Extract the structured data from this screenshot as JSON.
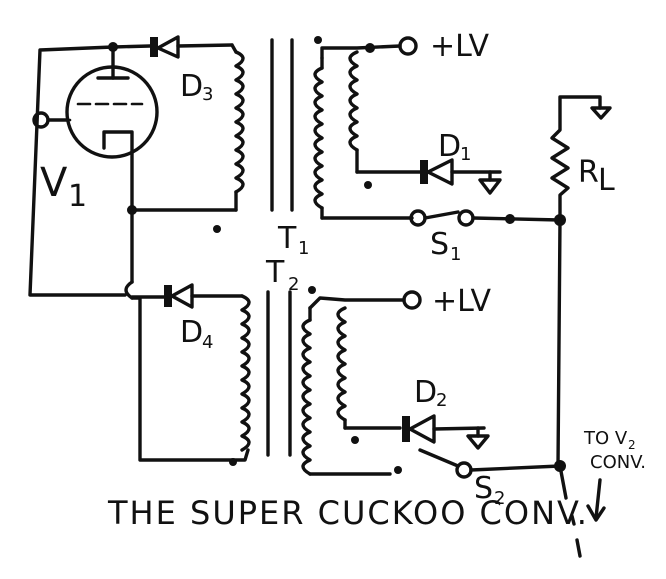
{
  "labels": {
    "tube": "V",
    "tube_sub": "1",
    "diode_d3": "D",
    "diode_d3_sub": "3",
    "diode_d4": "D",
    "diode_d4_sub": "4",
    "diode_d1": "D",
    "diode_d1_sub": "1",
    "diode_d2": "D",
    "diode_d2_sub": "2",
    "transformer_t1": "T",
    "transformer_t1_sub": "1",
    "transformer_t2": "T",
    "transformer_t2_sub": "2",
    "switch_s1": "S",
    "switch_s1_sub": "1",
    "switch_s2": "S",
    "switch_s2_sub": "2",
    "resistor_rl": "R",
    "resistor_rl_sub": "L",
    "supply_top": "+LV",
    "supply_bottom": "+LV",
    "note_line1": "TO V",
    "note_line1_sub": "2",
    "note_line2": "CONV."
  },
  "caption": "THE SUPER CUCKOO CONV."
}
